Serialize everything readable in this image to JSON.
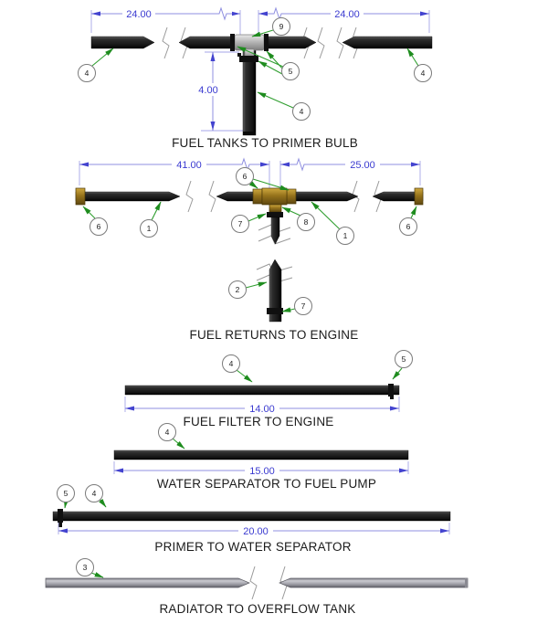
{
  "drawing": {
    "type": "hose-assembly-cad-diagram",
    "colors": {
      "background": "#ffffff",
      "dimension_blue": "#3a3ad0",
      "dimension_line": "#8f8fe0",
      "leader_green": "#2f9e2f",
      "balloon_outline": "#7a7a7a",
      "dark_hose": "#1c1c1c",
      "gray_hose": "#b4b4bc",
      "brass_fitting": "#96731c",
      "silver_fitting": "#b0b0b0",
      "title_text": "#1c1c1c"
    },
    "sections": {
      "fuel_tanks_to_primer_bulb": {
        "title": "FUEL TANKS TO PRIMER BULB",
        "dim_left": "24.00",
        "dim_right": "24.00",
        "dim_drop": "4.00",
        "balloons": {
          "left_hose": "4",
          "tee_fitting": "9",
          "clamps": "5",
          "drop_hose": "4",
          "right_hose": "4"
        }
      },
      "fuel_returns_to_engine": {
        "title": "FUEL RETURNS TO ENGINE",
        "dim_left": "41.00",
        "dim_right": "25.00",
        "balloons": {
          "left_fitting": "6",
          "left_hose": "1",
          "tee_nuts": "6",
          "stub_clamp": "7",
          "tee_fitting": "8",
          "right_hose": "1",
          "right_fitting": "6",
          "return_hose": "2",
          "return_clamp": "7"
        }
      },
      "fuel_filter_to_engine": {
        "title": "FUEL FILTER TO ENGINE",
        "dim": "14.00",
        "balloons": {
          "hose": "4",
          "clamp": "5"
        }
      },
      "water_separator_to_fuel_pump": {
        "title": "WATER SEPARATOR TO FUEL PUMP",
        "dim": "15.00",
        "balloons": {
          "hose": "4"
        }
      },
      "primer_to_water_separator": {
        "title": "PRIMER TO WATER SEPARATOR",
        "dim": "20.00",
        "balloons": {
          "clamp": "5",
          "hose": "4"
        }
      },
      "radiator_to_overflow_tank": {
        "title": "RADIATOR TO OVERFLOW TANK",
        "balloons": {
          "hose": "3"
        }
      }
    }
  }
}
